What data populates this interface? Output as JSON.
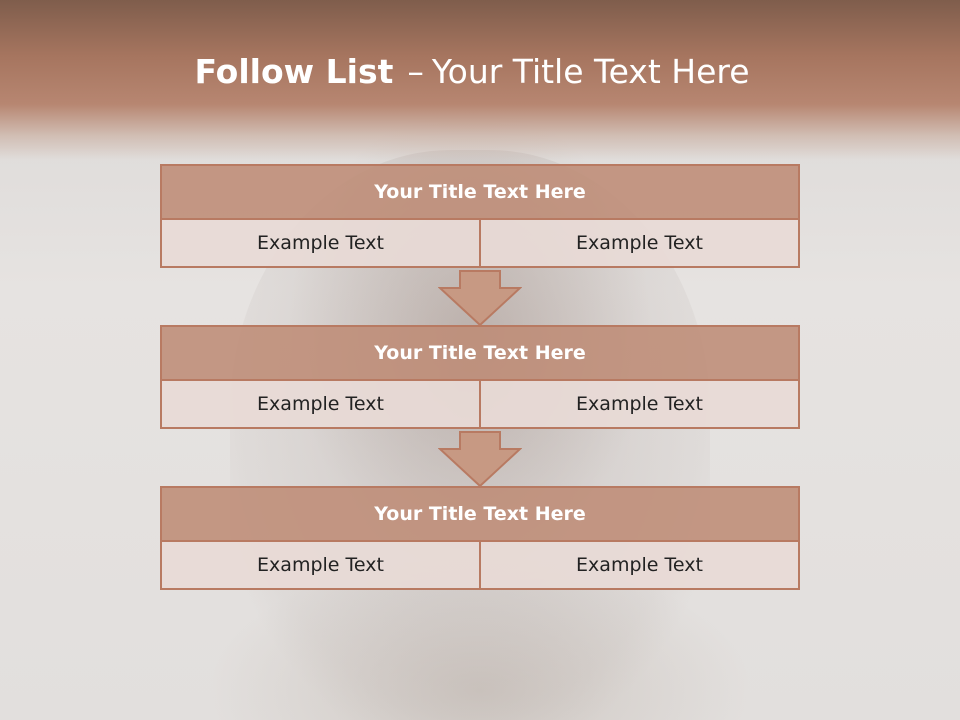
{
  "slide": {
    "title_bold": "Follow List",
    "title_dash": "–",
    "title_rest": "Your Title Text Here"
  },
  "blocks": [
    {
      "title": "Your Title Text Here",
      "cells": [
        "Example Text",
        "Example Text"
      ]
    },
    {
      "title": "Your Title Text Here",
      "cells": [
        "Example Text",
        "Example Text"
      ]
    },
    {
      "title": "Your Title Text Here",
      "cells": [
        "Example Text",
        "Example Text"
      ]
    }
  ],
  "colors": {
    "accent": "#b87a62",
    "title_fill": "#c28c74",
    "cell_fill": "#e8dad6",
    "header_band": "#a6755f"
  }
}
